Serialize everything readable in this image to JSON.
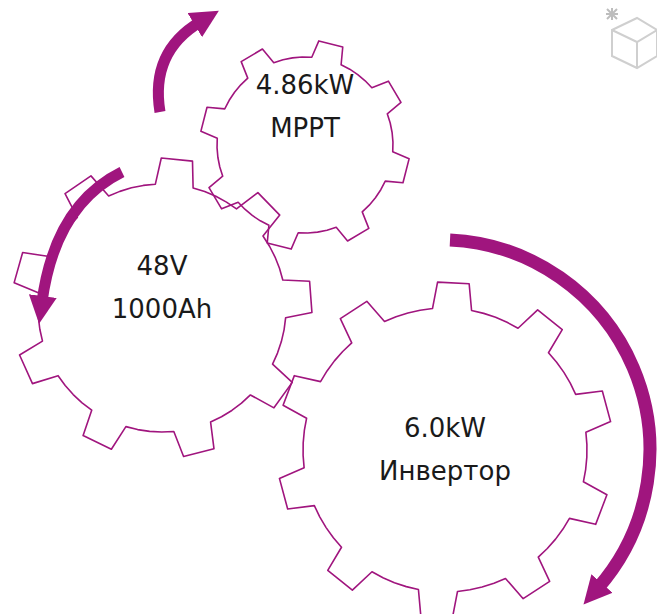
{
  "diagram": {
    "nodes": [
      {
        "text": [
          "4.86kW MPPT"
        ]
      },
      {
        "text": [
          "48V 1000Ah"
        ]
      },
      {
        "text": [
          "6.0kW Инвертор"
        ]
      }
    ]
  }
}
